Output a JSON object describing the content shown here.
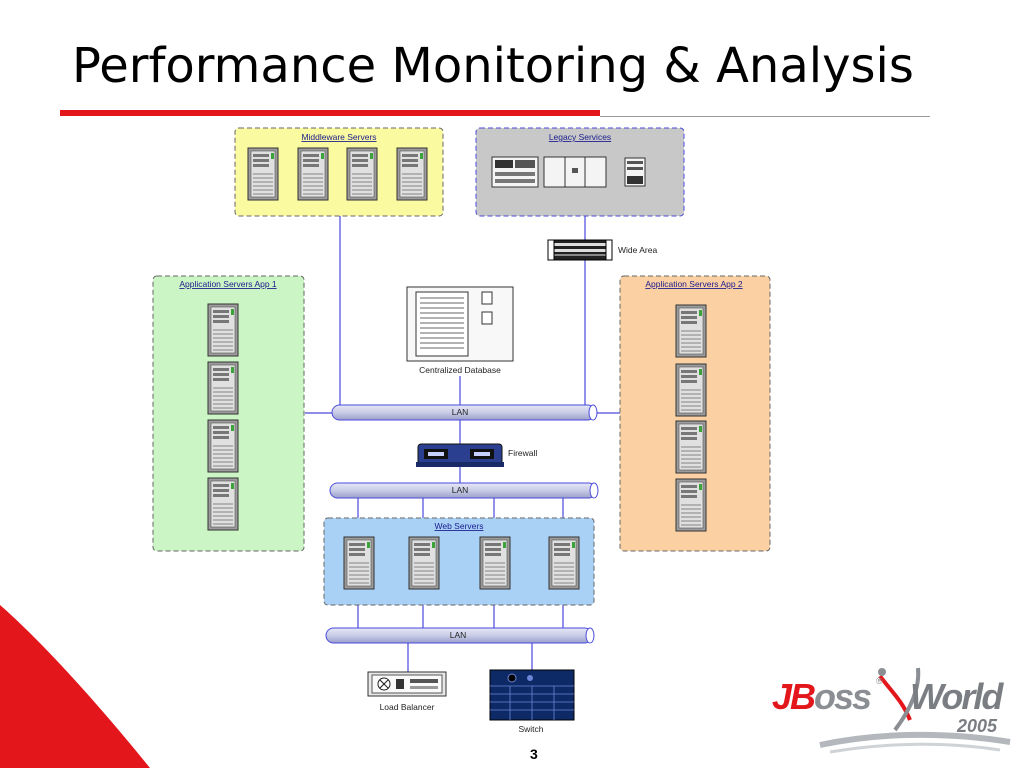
{
  "slide": {
    "title": "Performance Monitoring & Analysis",
    "page_number": "3"
  },
  "colors": {
    "accent_red": "#e3161b",
    "middleware_fill": "#fafaa0",
    "legacy_fill": "#c8c8c8",
    "app1_fill": "#ccf5c5",
    "app2_fill": "#fbd0a3",
    "web_fill": "#a9d1f6",
    "link_blue": "#4a4adc"
  },
  "groups": {
    "middleware": "Middleware Servers",
    "legacy": "Legacy Services",
    "app1": "Application Servers App 1",
    "app2": "Application Servers App 2",
    "web": "Web Servers"
  },
  "nodes": {
    "wide_area": "Wide Area",
    "database": "Centralized Database",
    "firewall": "Firewall",
    "load_balancer": "Load Balancer",
    "switch": "Switch"
  },
  "lans": [
    "LAN",
    "LAN",
    "LAN"
  ],
  "logo": {
    "brand_j": "JB",
    "brand_oss": "oss",
    "world": "World",
    "year": "2005",
    "registered": "®"
  },
  "icons": [
    "server-tower-icon",
    "router-icon",
    "database-icon",
    "firewall-icon",
    "load-balancer-icon",
    "switch-icon",
    "mainframe-icon"
  ]
}
